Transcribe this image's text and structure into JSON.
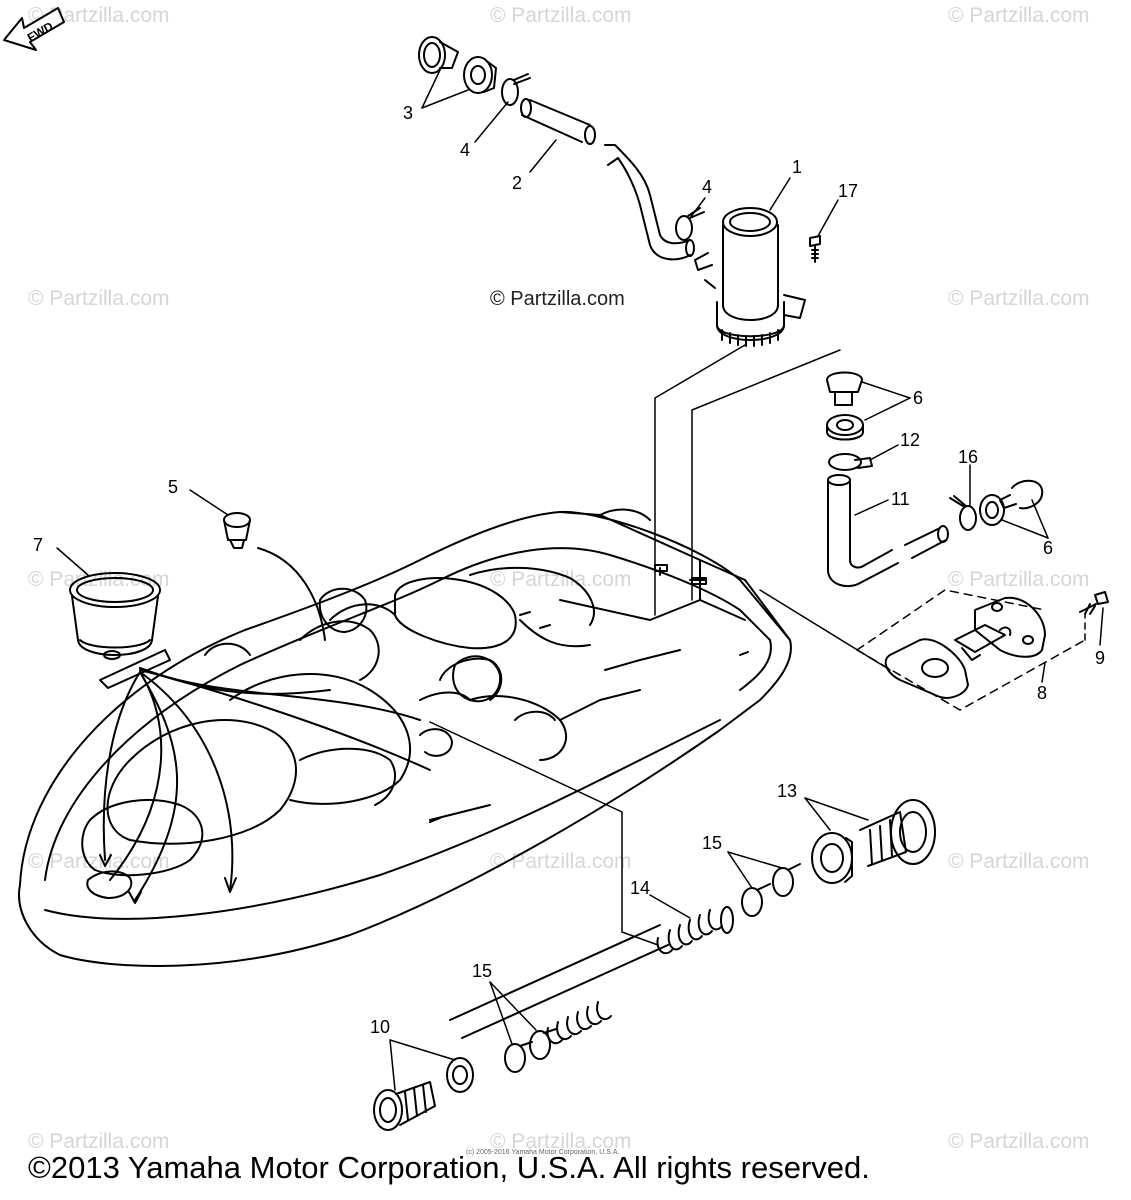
{
  "watermark": "© Partzilla.com",
  "center_watermark": "© Partzilla.com",
  "fine_print": "(c) 2005-2016 Yamaha Motor Corporation, U.S.A.",
  "copyright": "©2013 Yamaha Motor Corporation, U.S.A. All rights reserved.",
  "fwd_label": "FWD",
  "callouts": {
    "c1": "1",
    "c2": "2",
    "c3": "3",
    "c4a": "4",
    "c4b": "4",
    "c5": "5",
    "c6a": "6",
    "c6b": "6",
    "c7": "7",
    "c8": "8",
    "c9": "9",
    "c10": "10",
    "c11": "11",
    "c12": "12",
    "c13": "13",
    "c14": "14",
    "c15a": "15",
    "c15b": "15",
    "c16": "16",
    "c17": "17"
  }
}
